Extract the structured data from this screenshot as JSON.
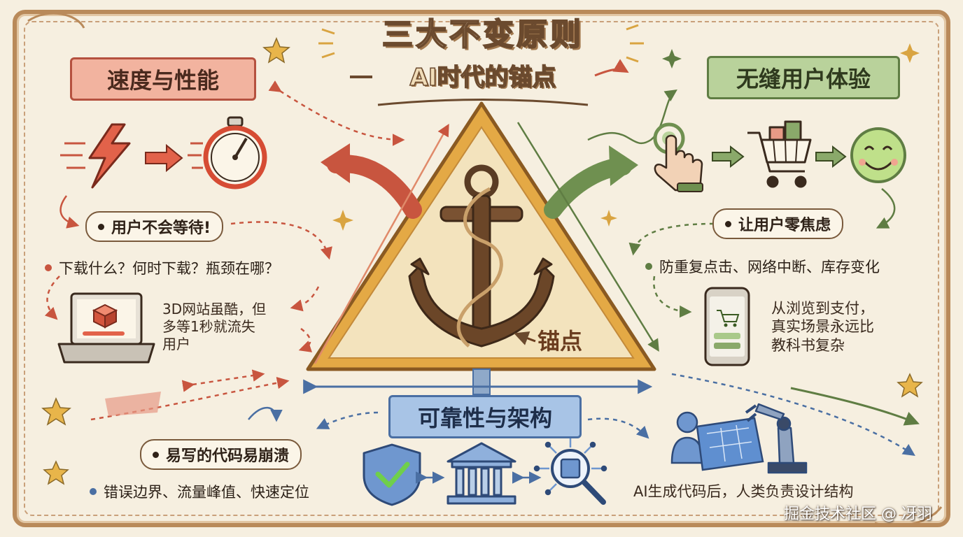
{
  "title": "三大不变原则",
  "subtitle": "AI时代的锚点",
  "center": {
    "anchor_label": "锚点"
  },
  "sections": {
    "speed": {
      "banner": "速度与性能",
      "callout": "用户不会等待!",
      "questions": "下载什么？何时下载？瓶颈在哪？",
      "note_line1": "3D网站虽酷，但",
      "note_line2": "多等1秒就流失",
      "note_line3": "用户"
    },
    "ux": {
      "banner": "无缝用户体验",
      "callout": "让用户零焦虑",
      "issues": "防重复点击、网络中断、库存变化",
      "note_line1": "从浏览到支付，",
      "note_line2": "真实场景永远比",
      "note_line3": "教科书复杂"
    },
    "reliability": {
      "banner": "可靠性与架构",
      "callout": "易写的代码易崩溃",
      "issues": "错误边界、流量峰值、快速定位",
      "note": "AI生成代码后，人类负责设计结构"
    }
  },
  "watermark": "掘金技术社区 @ 冴羽",
  "colors": {
    "red": "#c8553f",
    "green": "#5f7d43",
    "blue": "#4a6fa3",
    "gold": "#d9a441",
    "brown": "#6b4a2e"
  },
  "icons": [
    "lightning-icon",
    "stopwatch-icon",
    "laptop-icon",
    "cube-icon",
    "tap-hand-icon",
    "shopping-cart-icon",
    "smiley-icon",
    "phone-icon",
    "shield-check-icon",
    "bank-icon",
    "chip-magnifier-icon",
    "robot-arm-icon",
    "person-icon",
    "star-icon",
    "sparkle-icon",
    "anchor-icon"
  ]
}
